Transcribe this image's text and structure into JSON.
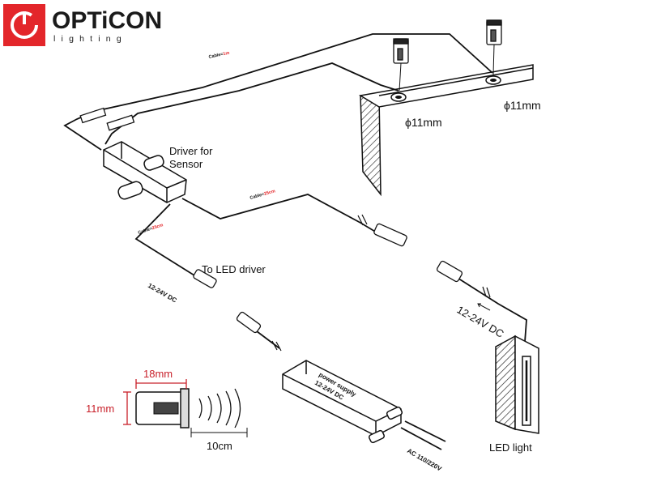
{
  "brand": {
    "name": "OPTiCON",
    "tagline": "lighting",
    "colors": {
      "accent": "#e3262a",
      "text": "#1a1a1a"
    }
  },
  "labels": {
    "driver_line1": "Driver for",
    "driver_line2": "Sensor",
    "to_led_driver": "To LED driver",
    "led_light": "LED light",
    "hole_a": "ϕ11mm",
    "hole_b": "ϕ11mm",
    "voltage_left": "12-24V DC",
    "voltage_right": "12-24V DC",
    "psu_line1": "power supply",
    "psu_line2": "12-24V DC",
    "ac_input": "AC 110/220V"
  },
  "cables": {
    "top": {
      "prefix": "Cable=",
      "length": "1m"
    },
    "middle": {
      "prefix": "Cable=",
      "length": "25cm"
    },
    "left": {
      "prefix": "Cable=",
      "length": "25cm"
    }
  },
  "sensor_dimensions": {
    "width": "18mm",
    "height": "11mm",
    "range": "10cm"
  }
}
